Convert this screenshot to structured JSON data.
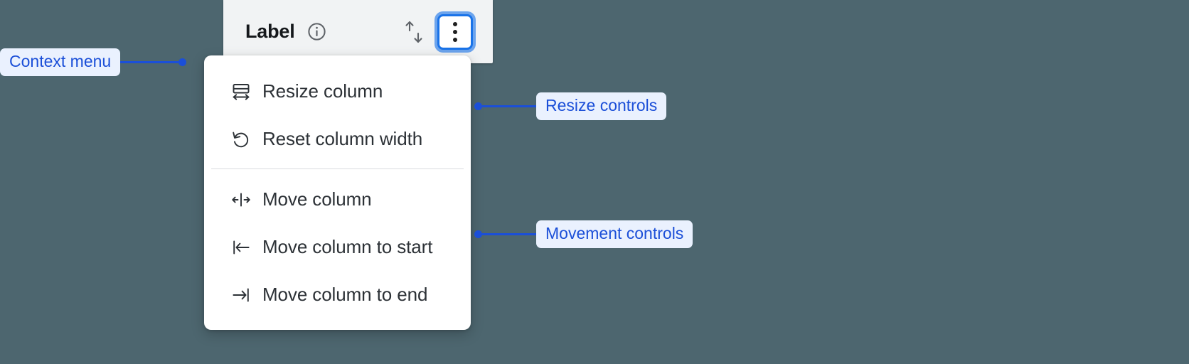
{
  "colors": {
    "page_background": "#4d666f",
    "header_background": "#f1f3f4",
    "menu_background": "#ffffff",
    "focus_ring": "#1a73e8",
    "annotation_text": "#1b4fd8",
    "annotation_pill_background": "#eaf1fe",
    "menu_text": "#2c3136",
    "divider": "#dadce0"
  },
  "column_header": {
    "title": "Label",
    "info_icon": "info-circle-icon",
    "sort_icon": "sort-up-down-icon",
    "overflow_icon": "kebab-vertical-icon"
  },
  "context_menu": {
    "groups": [
      {
        "name": "resize",
        "items": [
          {
            "icon": "resize-column-icon",
            "label": "Resize column"
          },
          {
            "icon": "reset-width-icon",
            "label": "Reset column width"
          }
        ]
      },
      {
        "name": "movement",
        "items": [
          {
            "icon": "move-column-icon",
            "label": "Move column"
          },
          {
            "icon": "move-to-start-icon",
            "label": "Move column to start"
          },
          {
            "icon": "move-to-end-icon",
            "label": "Move column to end"
          }
        ]
      }
    ]
  },
  "annotations": [
    {
      "id": "context-menu",
      "label": "Context menu"
    },
    {
      "id": "resize-controls",
      "label": "Resize controls"
    },
    {
      "id": "movement-controls",
      "label": "Movement controls"
    }
  ]
}
